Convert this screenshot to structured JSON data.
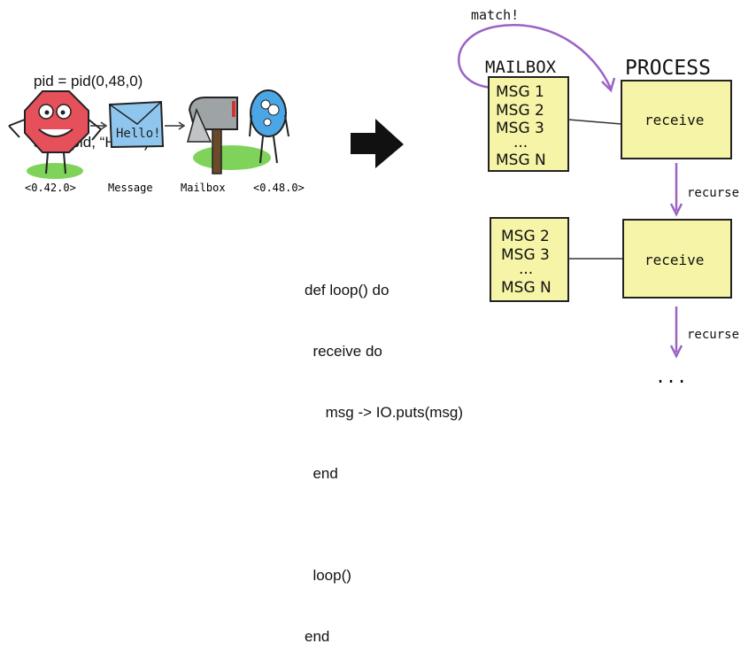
{
  "send_code": {
    "line1": "pid = pid(0,48,0)",
    "line2": "send(pid, “Hello”)"
  },
  "actors": {
    "sender_pid": "<0.42.0>",
    "message_caption": "Message",
    "mailbox_caption": "Mailbox",
    "receiver_pid": "<0.48.0>",
    "envelope_text": "Hello!"
  },
  "diagram": {
    "match_label": "match!",
    "mailbox_title": "MAILBOX",
    "process_title": "PROCESS",
    "mailbox_top": [
      "MSG 1",
      "MSG 2",
      "MSG 3",
      "...",
      "MSG N"
    ],
    "mailbox_bottom": [
      "MSG 2",
      "MSG 3",
      "...",
      "MSG N"
    ],
    "receive_label": "receive",
    "recurse_label": "recurse",
    "ellipsis": "..."
  },
  "loop_code": {
    "lines": [
      "def loop() do",
      "  receive do",
      "     msg -> IO.puts(msg)",
      "  end",
      "",
      "  loop()",
      "end"
    ]
  },
  "colors": {
    "note_fill": "#f6f4a6",
    "envelope_fill": "#8ec6ee",
    "sender_fill": "#e6505a",
    "receiver_fill": "#4ba6e6",
    "grass": "#7fd35a",
    "arrow_purple": "#9b63c4"
  }
}
